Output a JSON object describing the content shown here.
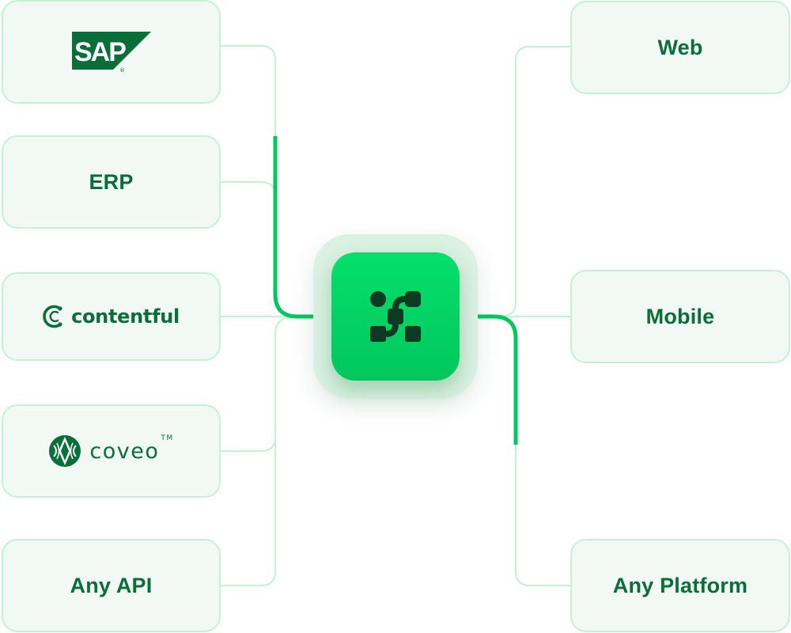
{
  "colors": {
    "accent": "#02d462",
    "box_background": "#f2f8f4",
    "box_border": "#c4f2d6",
    "label_text": "#0a6e3a",
    "thin_connector": "#c4f0d4",
    "thick_connector": "#02c75c",
    "hub_halo": "#dbf1e2",
    "hub_core": "#02d462",
    "hub_logo": "#0c3a22"
  },
  "sources": [
    {
      "label": "SAP",
      "kind": "logo",
      "icon": "sap-logo"
    },
    {
      "label": "ERP",
      "kind": "text"
    },
    {
      "label": "contentful",
      "kind": "logo",
      "icon": "contentful-logo"
    },
    {
      "label": "coveo",
      "trademark": "TM",
      "kind": "logo",
      "icon": "coveo-logo"
    },
    {
      "label": "Any API",
      "kind": "text"
    }
  ],
  "hub": {
    "icon": "platform-hub-icon"
  },
  "targets": [
    {
      "label": "Web"
    },
    {
      "label": "Mobile"
    },
    {
      "label": "Any Platform"
    }
  ],
  "icons": {
    "sap": "sap-logo",
    "contentful": "contentful-logo",
    "coveo": "coveo-logo",
    "registered": "®"
  }
}
